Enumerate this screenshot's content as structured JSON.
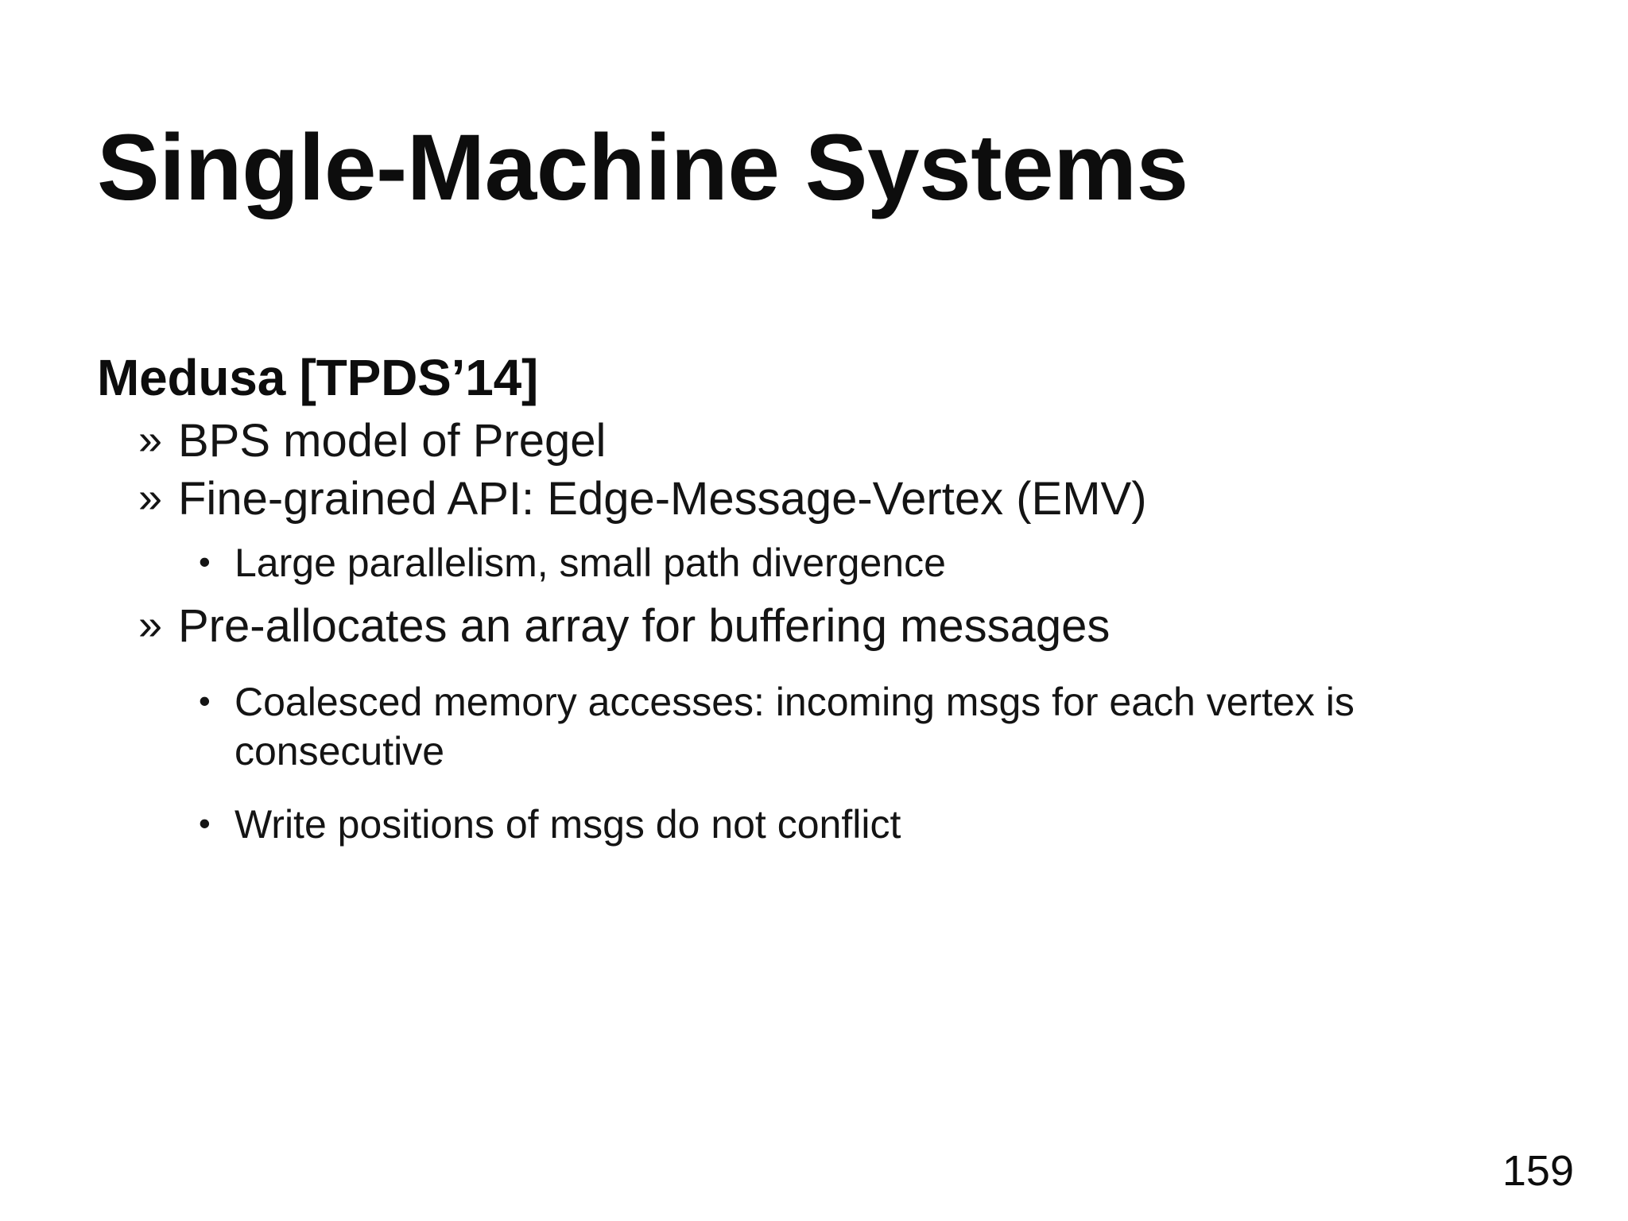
{
  "slide": {
    "title": "Single-Machine Systems",
    "page_number": "159",
    "background_color": "#ffffff",
    "text_color": "#141414",
    "heading": "Medusa [TPDS’14]",
    "markers": {
      "level1": "»",
      "level2": "•"
    },
    "bullets": [
      {
        "level": 1,
        "marker": "»",
        "text": "BPS model of Pregel"
      },
      {
        "level": 1,
        "marker": "»",
        "text": "Fine-grained API: Edge-Message-Vertex (EMV)"
      },
      {
        "level": 2,
        "marker": "•",
        "text": "Large parallelism, small path divergence"
      },
      {
        "level": 1,
        "marker": "»",
        "text": "Pre-allocates an array for buffering messages"
      },
      {
        "level": 2,
        "marker": "•",
        "text": "Coalesced memory accesses: incoming msgs for each vertex is consecutive"
      },
      {
        "level": 2,
        "marker": "•",
        "text": "Write positions of msgs do not conflict"
      }
    ]
  }
}
